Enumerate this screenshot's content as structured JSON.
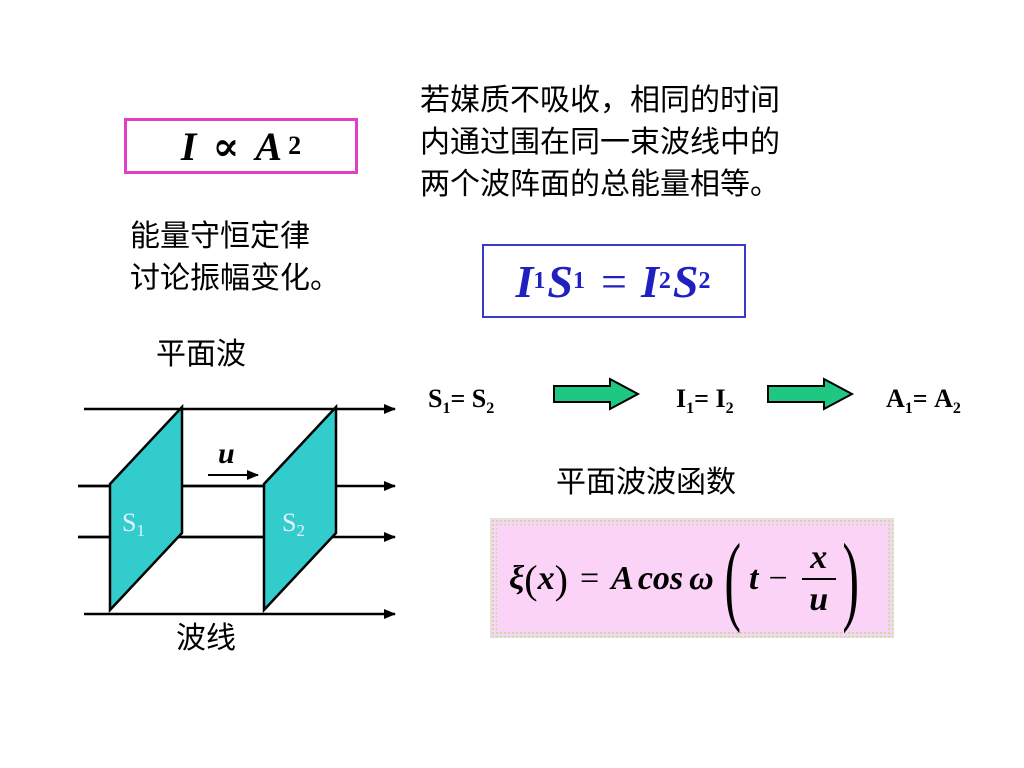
{
  "prop_formula": {
    "I": "I",
    "prop": "∝",
    "A": "A",
    "exp": "2"
  },
  "text_block_right": [
    "若媒质不吸收，相同的时间",
    "内通过围在同一束波线中的",
    "两个波阵面的总能量相等。"
  ],
  "text_block_left": [
    "能量守恒定律",
    "讨论振幅变化。"
  ],
  "equality_formula": {
    "I": "I",
    "S": "S",
    "sub1": "1",
    "sub2": "2",
    "eq": "="
  },
  "plane_wave_label": "平面波",
  "wave_line_label": "波线",
  "velocity_label": "u",
  "surfaces": [
    {
      "letter": "S",
      "sub": "1"
    },
    {
      "letter": "S",
      "sub": "2"
    }
  ],
  "relations": [
    {
      "lhs": "S",
      "rhs": "S",
      "sub1": "1",
      "sub2": "2",
      "eq": "="
    },
    {
      "lhs": "I",
      "rhs": "I",
      "sub1": "1",
      "sub2": "2",
      "eq": "="
    },
    {
      "lhs": "A",
      "rhs": "A",
      "sub1": "1",
      "sub2": "2",
      "eq": "="
    }
  ],
  "wave_function_label": "平面波波函数",
  "wave_function": {
    "xi": "ξ",
    "x": "x",
    "eq": "=",
    "A": "A",
    "cos": "cos",
    "omega": "ω",
    "t": "t",
    "minus": "−",
    "num": "x",
    "den": "u"
  },
  "colors": {
    "prop_box_border": "#e040c8",
    "equality_color": "#2020c0",
    "surface_fill": "#33cccc",
    "arrow_fill": "#1fc882",
    "surface_label": "#e6f0ff",
    "wave_box_bg": "#fbd3f6"
  }
}
